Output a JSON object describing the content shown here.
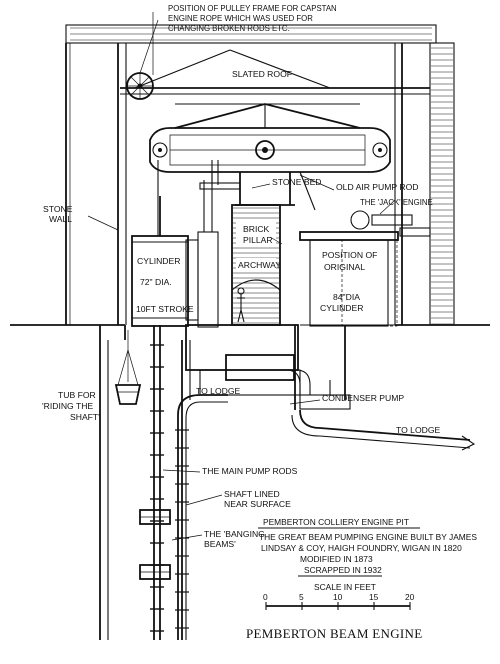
{
  "labels": {
    "pulley_note": [
      "POSITION OF PULLEY FRAME FOR CAPSTAN",
      "ENGINE ROPE WHICH WAS USED FOR",
      "CHANGING BROKEN RODS ETC."
    ],
    "slated_roof": "SLATED ROOF",
    "stone_bed": "STONE BED",
    "old_air_pump_rod": "OLD AIR PUMP ROD",
    "jack_engine": "THE 'JACK' ENGINE",
    "stone_wall": [
      "STONE",
      "WALL"
    ],
    "brick_pillar": [
      "BRICK",
      "PILLAR"
    ],
    "archway": "ARCHWAY",
    "cylinder": "CYLINDER",
    "dia_72": "72\" DIA.",
    "stroke": "10FT STROKE",
    "position_original": [
      "POSITION OF",
      "ORIGINAL",
      "84\"DIA",
      "CYLINDER"
    ],
    "tub": [
      "TUB FOR",
      "'RIDING THE",
      "SHAFT'"
    ],
    "to_lodge_left": "TO LODGE",
    "condenser_pump": "CONDENSER PUMP",
    "to_lodge_right": "TO LODGE",
    "main_pump_rods": "THE MAIN PUMP RODS",
    "shaft_lined": [
      "SHAFT LINED",
      "NEAR SURFACE"
    ],
    "banging_beams": [
      "THE 'BANGING",
      "BEAMS'"
    ]
  },
  "caption": {
    "heading": "PEMBERTON COLLIERY ENGINE PIT",
    "lines": [
      "THE GREAT BEAM PUMPING ENGINE BUILT BY JAMES",
      "LINDSAY & COY, HAIGH FOUNDRY, WIGAN IN 1820",
      "MODIFIED IN 1873",
      "SCRAPPED IN 1932"
    ],
    "scale_title": "SCALE IN FEET",
    "scale_ticks": [
      "0",
      "5",
      "10",
      "15",
      "20"
    ]
  },
  "title": "PEMBERTON BEAM ENGINE"
}
